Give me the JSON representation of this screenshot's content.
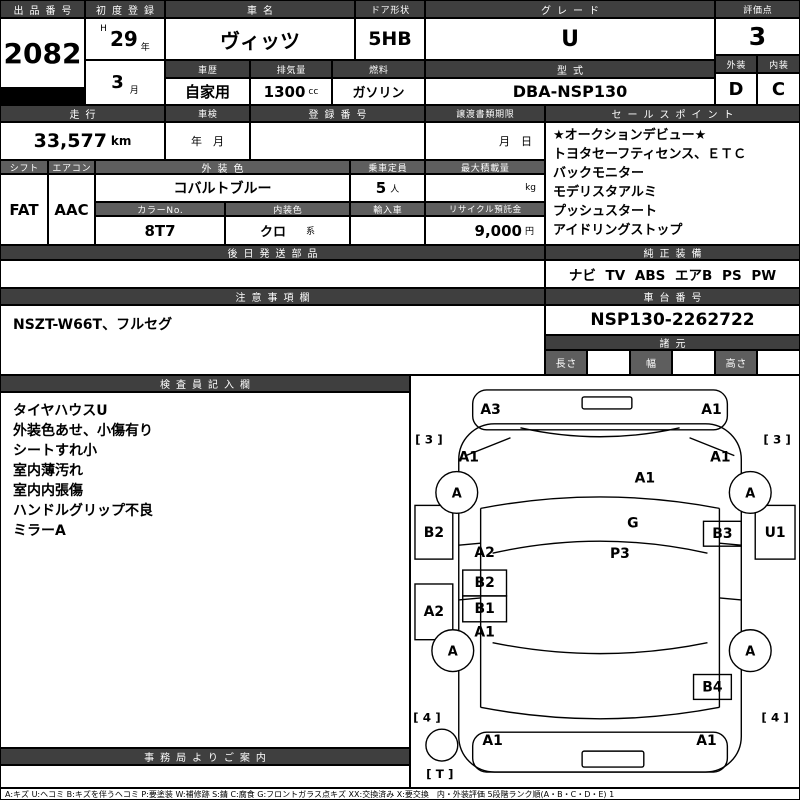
{
  "top": {
    "lot_label": "出品番号",
    "lot_value": "2082",
    "firstreg_label": "初度登録",
    "firstreg_era": "H",
    "firstreg_year": "29",
    "firstreg_year_unit": "年",
    "firstreg_month": "3",
    "firstreg_month_unit": "月",
    "name_label": "車名",
    "name_value": "ヴィッツ",
    "door_label": "ドア形状",
    "door_value": "5HB",
    "grade_label": "グレード",
    "grade_value": "U",
    "score_label": "評価点",
    "score_value": "3",
    "history_label": "車歴",
    "history_value": "自家用",
    "disp_label": "排気量",
    "disp_value": "1300",
    "disp_unit": "cc",
    "fuel_label": "燃料",
    "fuel_value": "ガソリン",
    "model_label": "型式",
    "model_value": "DBA-NSP130",
    "ext_label": "外装",
    "ext_value": "D",
    "int_label": "内装",
    "int_value": "C"
  },
  "info": {
    "mileage_label": "走行",
    "mileage_value": "33,577",
    "mileage_unit": "km",
    "shaken_label": "車検",
    "shaken_units": "年　月",
    "regno_label": "登録番号",
    "regno_value": "",
    "deadline_label": "譲渡書類期限",
    "deadline_units": "月　日",
    "sales_label": "セールスポイント",
    "sales_lines": [
      "★オークションデビュー★",
      "トヨタセーフティセンス、ＥＴＣ",
      "バックモニター",
      "モデリスタアルミ",
      "プッシュスタート",
      "アイドリングストップ"
    ]
  },
  "spec": {
    "shift_label": "シフト",
    "shift_value": "FAT",
    "aircon_label": "エアコン",
    "aircon_value": "AAC",
    "extcolor_label": "外装色",
    "extcolor_value": "コバルトブルー",
    "capacity_label": "乗車定員",
    "capacity_value": "5",
    "capacity_unit": "人",
    "maxload_label": "最大積載量",
    "maxload_value": "",
    "maxload_unit": "kg",
    "colorno_label": "カラーNo.",
    "colorno_value": "8T7",
    "intcolor_label": "内装色",
    "intcolor_value": "クロ",
    "intcolor_unit": "系",
    "import_label": "輸入車",
    "import_value": "",
    "recycle_label": "リサイクル預託金",
    "recycle_value": "9,000",
    "recycle_unit": "円"
  },
  "shipping": {
    "label": "後日発送部品",
    "value": ""
  },
  "equipment": {
    "label": "純正装備",
    "value": "ナビ TV ABS エアB PS PW"
  },
  "caution": {
    "label": "注意事項欄",
    "value": "NSZT-W66T、フルセグ"
  },
  "chassis": {
    "label": "車台番号",
    "value": "NSP130-2262722"
  },
  "dims": {
    "label": "諸元",
    "length_label": "長さ",
    "width_label": "幅",
    "height_label": "高さ",
    "length_value": "",
    "width_value": "",
    "height_value": ""
  },
  "inspector": {
    "label": "検査員記入欄",
    "lines": [
      "タイヤハウスU",
      "外装色あせ、小傷有り",
      "シートすれ小",
      "室内薄汚れ",
      "室内内張傷",
      "ハンドルグリップ不良",
      "ミラーA"
    ]
  },
  "office": {
    "label": "事務局よりご案内",
    "value": ""
  },
  "diagram": {
    "marks": {
      "bumper_front_left": "A3",
      "bumper_front_right": "A1",
      "bracket_front_left": "[ 3 ]",
      "bracket_front_right": "[ 3 ]",
      "fender_front_left": "A1",
      "fender_front_right": "A1",
      "wheel_front_left": "A",
      "wheel_front_right": "A",
      "hood": "A1",
      "side_panel_left_front": "B2",
      "windshield": "G",
      "side_right": "B3",
      "side_panel_right": "U1",
      "door_left_front": "A2",
      "roof": "P3",
      "door_left_mid": "B2",
      "side_panel_left_rear": "A2",
      "door_left_rear": "B1",
      "quarter_left": "A1",
      "wheel_rear_left": "A",
      "wheel_rear_right": "A",
      "quarter_right": "B4",
      "bracket_rear_left": "[ 4 ]",
      "bracket_rear_right": "[ 4 ]",
      "bumper_rear_left": "A1",
      "bumper_rear_right": "A1",
      "spare": "[ T ]"
    }
  },
  "legend": "A:キズ U:ヘコミ B:キズを伴うヘコミ P:要塗装 W:補修跡 S:錆 C:腐食 G:フロントガラス点キズ XX:交換済み X:要交換　内・外装評価 5段階ランク順(A・B・C・D・E) 1"
}
